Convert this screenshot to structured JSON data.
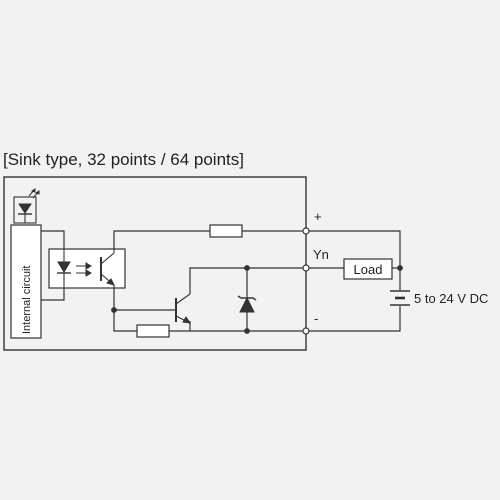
{
  "diagram": {
    "title": "[Sink type, 32 points / 64 points]",
    "internal_circuit_label": "Internal circuit",
    "terminal_plus": "+",
    "terminal_yn": "Yn",
    "terminal_minus": "-",
    "load_label": "Load",
    "supply_label": "5 to 24 V DC"
  }
}
